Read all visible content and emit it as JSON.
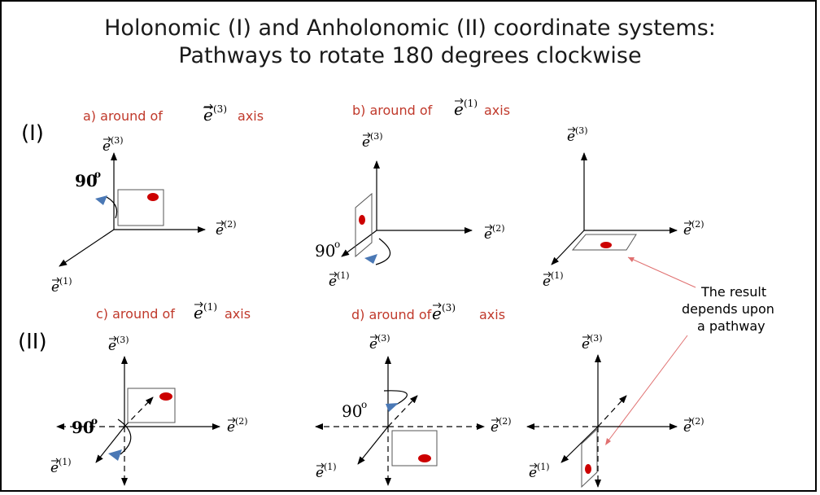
{
  "title": {
    "line1": "Holonomic (I) and Anholonomic (II) coordinate systems:",
    "line2": "Pathways to rotate 180 degrees clockwise"
  },
  "row_labels": {
    "row1": "(I)",
    "row2": "(II)"
  },
  "captions": {
    "a": {
      "prefix": "a) around of",
      "axis": "(3)",
      "suffix": "axis"
    },
    "b": {
      "prefix": "b) around of",
      "axis": "(1)",
      "suffix": "axis"
    },
    "c": {
      "prefix": "c) around of",
      "axis": "(1)",
      "suffix": "axis"
    },
    "d": {
      "prefix": "d) around of",
      "axis": "(3)",
      "suffix": "axis"
    }
  },
  "axis_labels": {
    "base": "e",
    "e1": "(1)",
    "e2": "(2)",
    "e3": "(3)"
  },
  "angle_label": "90",
  "degree_mark": "o",
  "note": {
    "line1": "The result",
    "line2": "depends upon",
    "line3": "a pathway"
  },
  "colors": {
    "caption": "#c0392b",
    "dot": "#cc0000",
    "arrowhead": "#4a78b5",
    "note_line": "#e07070"
  }
}
